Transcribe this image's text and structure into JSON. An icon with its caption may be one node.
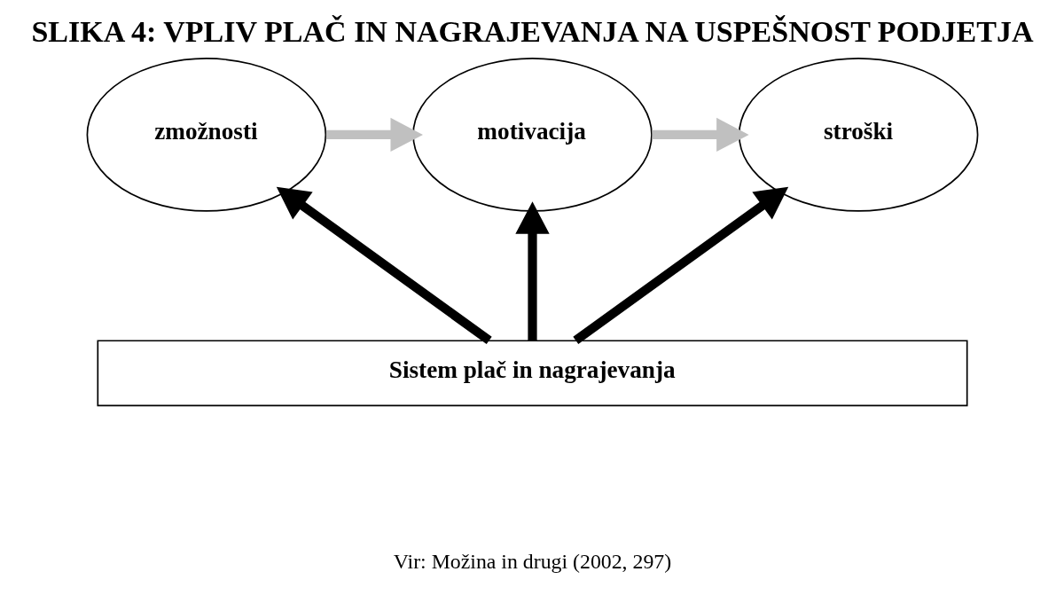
{
  "diagram": {
    "title": "SLIKA 4: VPLIV PLAČ IN NAGRAJEVANJA NA USPEŠNOST PODJETJA",
    "caption": "Vir: Možina in drugi (2002, 297)",
    "nodes": [
      {
        "text": [
          "zmožnosti"
        ]
      },
      {
        "text": [
          "motivacija"
        ]
      },
      {
        "text": [
          "stroški"
        ]
      },
      {
        "text": [
          "Sistem plač in nagrajevanja"
        ]
      }
    ],
    "edges": [
      {
        "from": 0,
        "to": 1,
        "arrow": "to",
        "color": "#c0c0c0"
      },
      {
        "from": 1,
        "to": 2,
        "arrow": "to",
        "color": "#c0c0c0"
      },
      {
        "from": 3,
        "to": 0,
        "arrow": "to"
      },
      {
        "from": 3,
        "to": 1,
        "arrow": "to"
      },
      {
        "from": 3,
        "to": 2,
        "arrow": "to"
      }
    ]
  }
}
